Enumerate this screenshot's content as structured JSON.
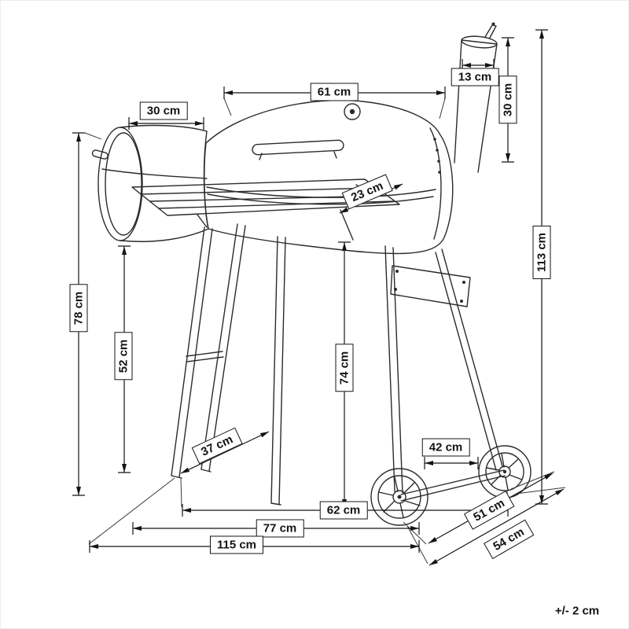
{
  "diagram": {
    "type": "product-dimension-diagram",
    "subject": "charcoal-barbecue-smoker-grill",
    "tolerance_note": "+/- 2 cm",
    "labels": {
      "barrel_length": "61 cm",
      "firebox_length": "30 cm",
      "chimney_width": "13 cm",
      "chimney_height": "30 cm",
      "total_height": "113 cm",
      "shelf_depth": "23 cm",
      "firebox_top_height": "78 cm",
      "shelf_height": "52 cm",
      "underside_height": "74 cm",
      "leg_offset": "37 cm",
      "axle_width": "42 cm",
      "leg_span": "62 cm",
      "body_span": "77 cm",
      "overall_width": "115 cm",
      "depth_upper": "51 cm",
      "depth_lower": "54 cm"
    },
    "line_color": "#2b2b2b",
    "dim_color": "#141414"
  }
}
